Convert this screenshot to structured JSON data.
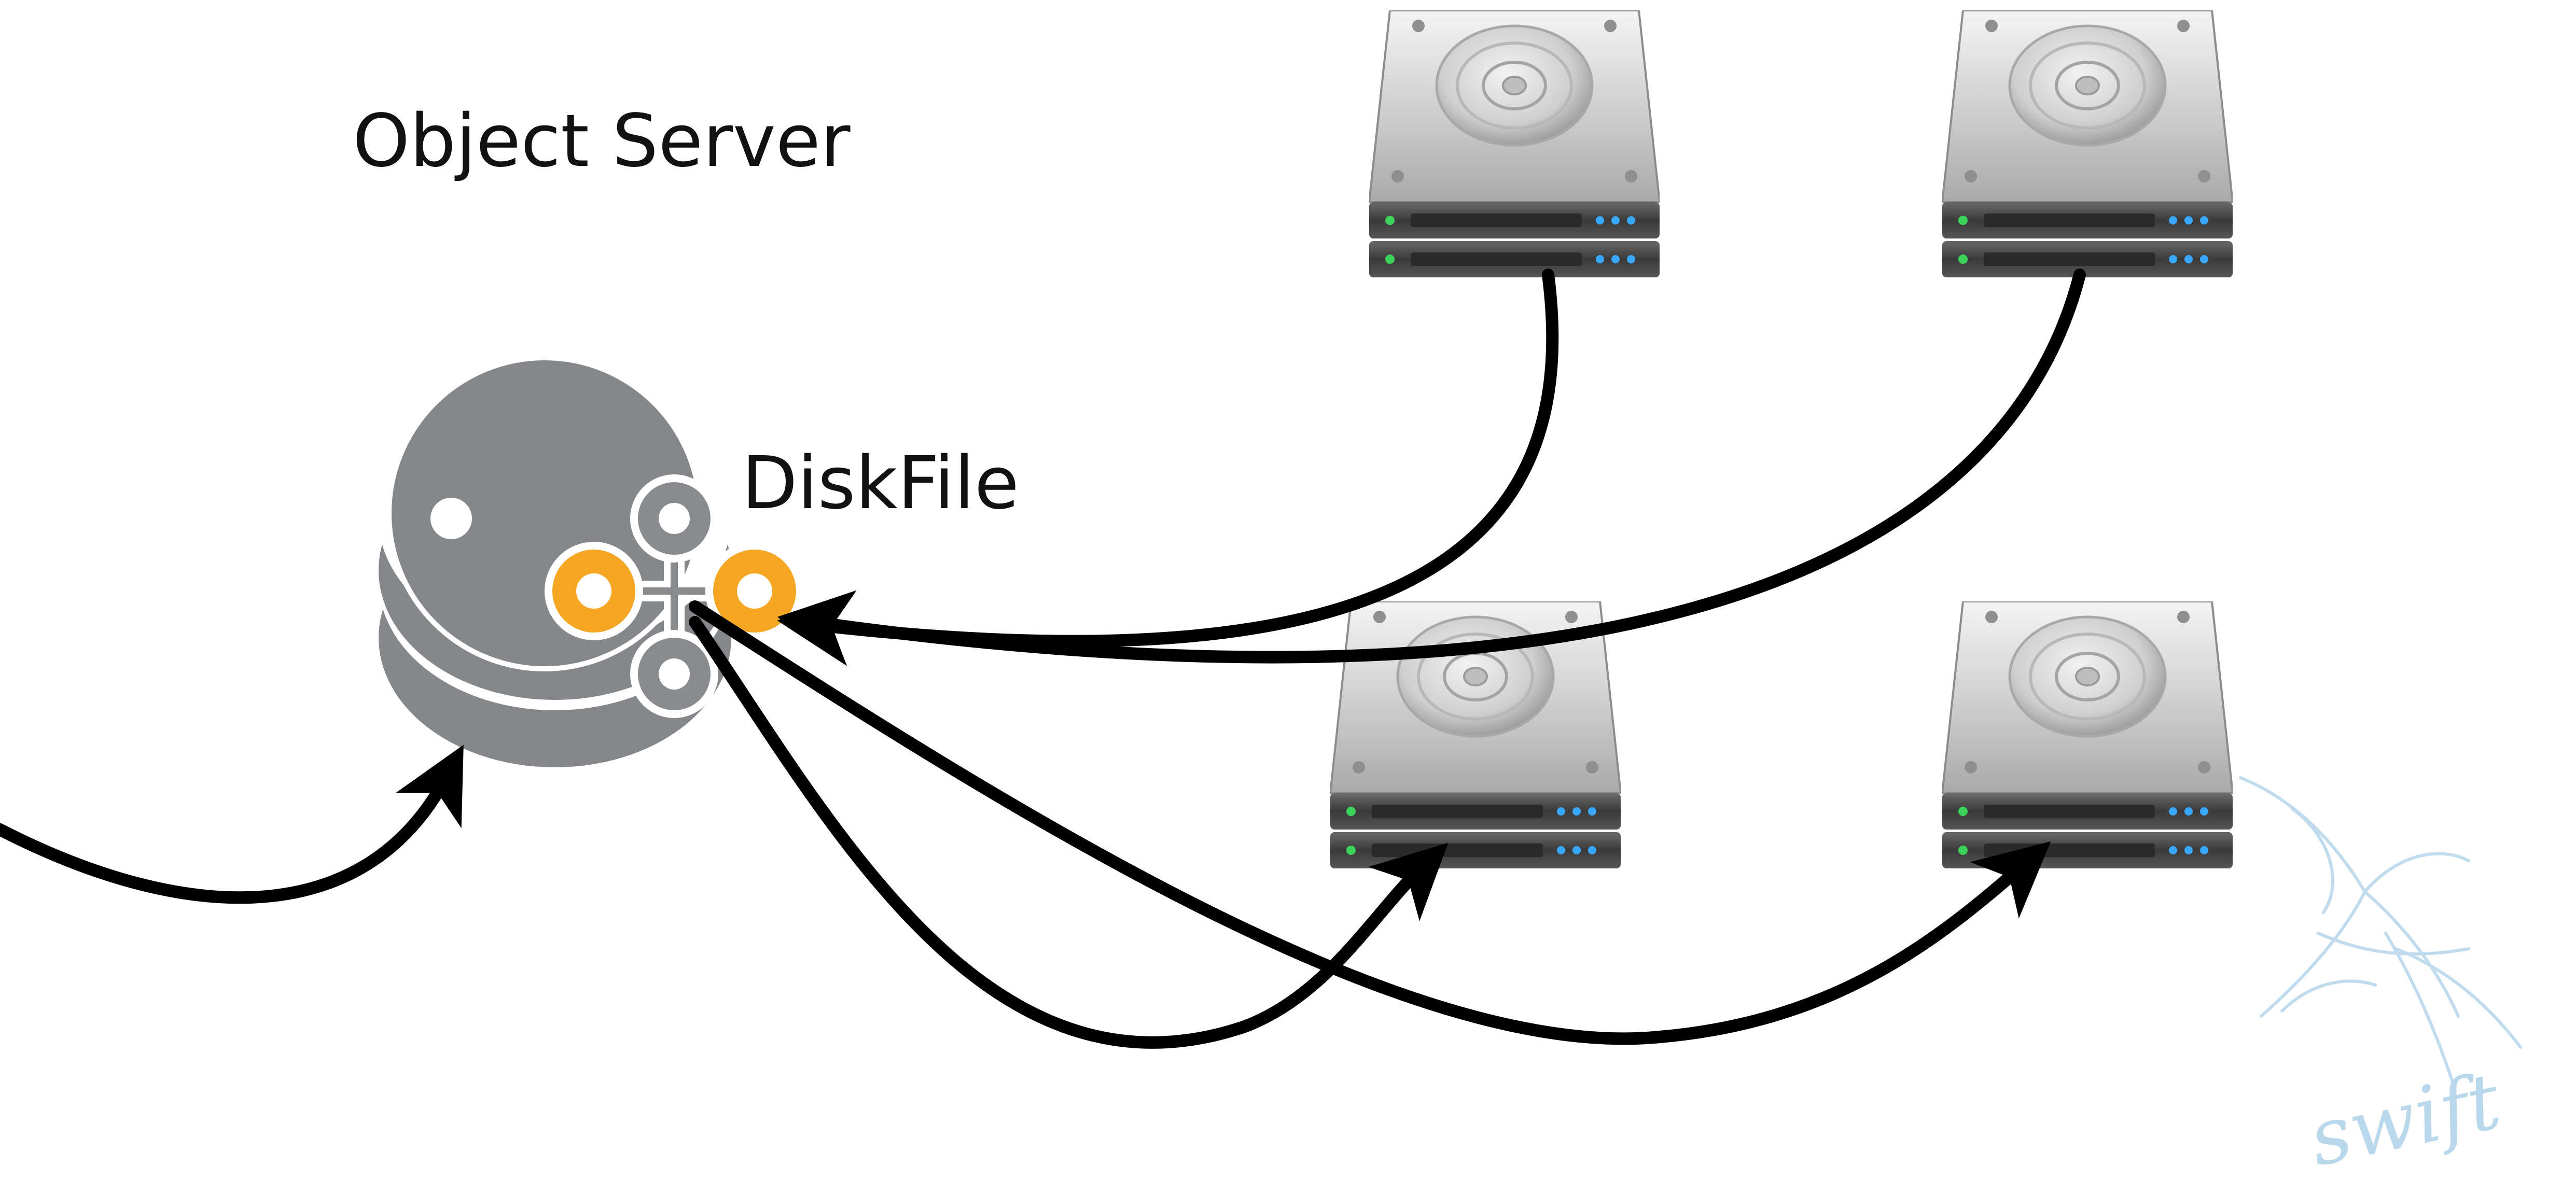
{
  "diagram": {
    "title": "Object Server",
    "component_label": "DiskFile",
    "watermark_text": "swift"
  },
  "colors": {
    "background": "#ffffff",
    "database": "#86878a",
    "node_orange": "#f5a623",
    "node_gray": "#8a8b8e",
    "arrow": "#000000",
    "watermark": "#b9d8ec"
  },
  "icons": {
    "database": "database-icon",
    "connector": "diskfile-connector-icon",
    "disk": "hard-drive-icon",
    "watermark": "swift-bird-logo"
  }
}
